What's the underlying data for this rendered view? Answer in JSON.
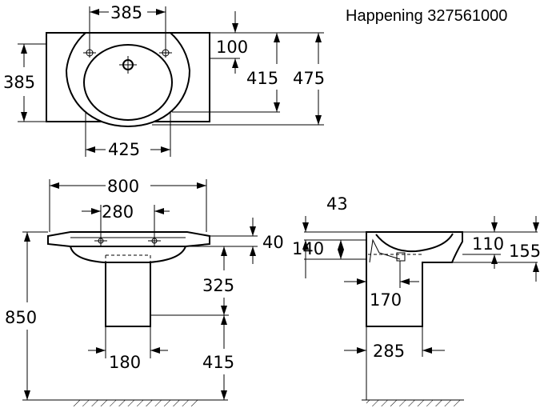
{
  "header": {
    "title": "Happening 327561000"
  },
  "top_view": {
    "dim_width_between_holes": "385",
    "dim_depth_left": "385",
    "dim_tap_offset": "100",
    "dim_depth_bowl": "415",
    "dim_depth_total": "475",
    "dim_bowl_width": "425"
  },
  "front_view": {
    "dim_total_width": "800",
    "dim_hole_spacing": "280",
    "dim_thickness": "40",
    "dim_pedestal_height": "325",
    "dim_total_height": "850",
    "dim_pedestal_width": "180",
    "dim_waste_height": "415"
  },
  "side_view": {
    "dim_top_offset": "43",
    "dim_inner_depth": "140",
    "dim_rim_height": "110",
    "dim_side_height": "155",
    "dim_waste_offset": "170",
    "dim_pedestal_depth": "285"
  }
}
